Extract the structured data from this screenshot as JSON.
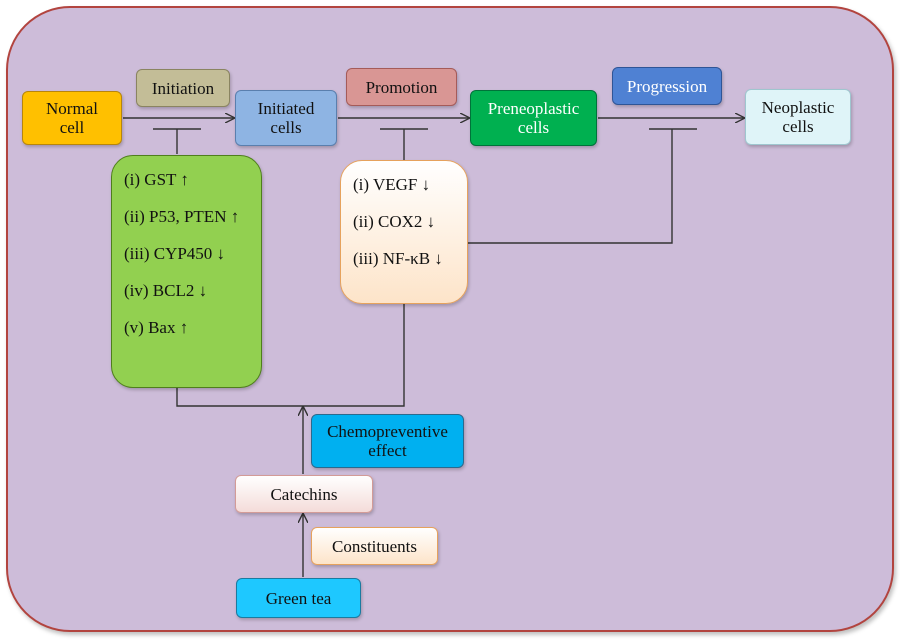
{
  "stages": {
    "normal_cell": [
      "Normal",
      "cell"
    ],
    "initiation": "Initiation",
    "initiated_cells": [
      "Initiated",
      "cells"
    ],
    "promotion": "Promotion",
    "preneoplastic_cells": [
      "Preneoplastic",
      "cells"
    ],
    "progression": "Progression",
    "neoplastic_cells": [
      "Neoplastic",
      "cells"
    ]
  },
  "initiation_effects": [
    "(i) GST ↑",
    "(ii) P53, PTEN ↑",
    "(iii) CYP450 ↓",
    "(iv) BCL2 ↓",
    "(v) Bax ↑"
  ],
  "promotion_effects": [
    "(i) VEGF ↓",
    "(ii) COX2 ↓",
    "(iii) NF-κB ↓"
  ],
  "chemopreventive": [
    "Chemopreventive",
    "effect"
  ],
  "catechins": "Catechins",
  "constituents": "Constituents",
  "green_tea": "Green tea",
  "colors": {
    "panel_bg": "#cdbcd9",
    "panel_border": "#b2443f",
    "normal_cell": "#ffc000",
    "initiation": "#c3bd97",
    "initiated": "#8eb4e3",
    "promotion": "#d99694",
    "preneoplastic": "#00b050",
    "progression": "#4f81d3",
    "neoplastic": "#dff4f8",
    "initiation_list": "#92d050",
    "chemopreventive": "#00b0f0",
    "green_tea": "#1ec8ff"
  }
}
